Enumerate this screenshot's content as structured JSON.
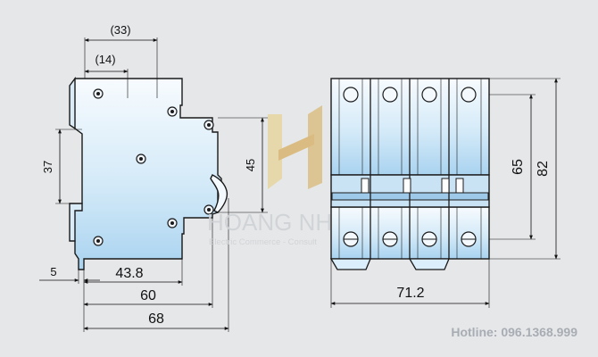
{
  "dimensions": {
    "side_top_outer": "(33)",
    "side_top_inner": "(14)",
    "side_height_left": "37",
    "side_height_right": "45",
    "side_foot": "5",
    "side_width_1": "43.8",
    "side_width_2": "60",
    "side_width_3": "68",
    "front_width": "71.2",
    "front_height_inner": "65",
    "front_height_outer": "82"
  },
  "watermark": {
    "brand": "HOANG NHAT",
    "tagline": "Electric Commerce - Consult"
  },
  "hotline": "Hotline: 096.1368.999",
  "colors": {
    "background": "#e6e7e9",
    "body_top": "#f7fbfe",
    "body_bottom": "#a9d3f0",
    "outline": "#1a1a1a",
    "watermark_gold": "#d9c28c"
  }
}
